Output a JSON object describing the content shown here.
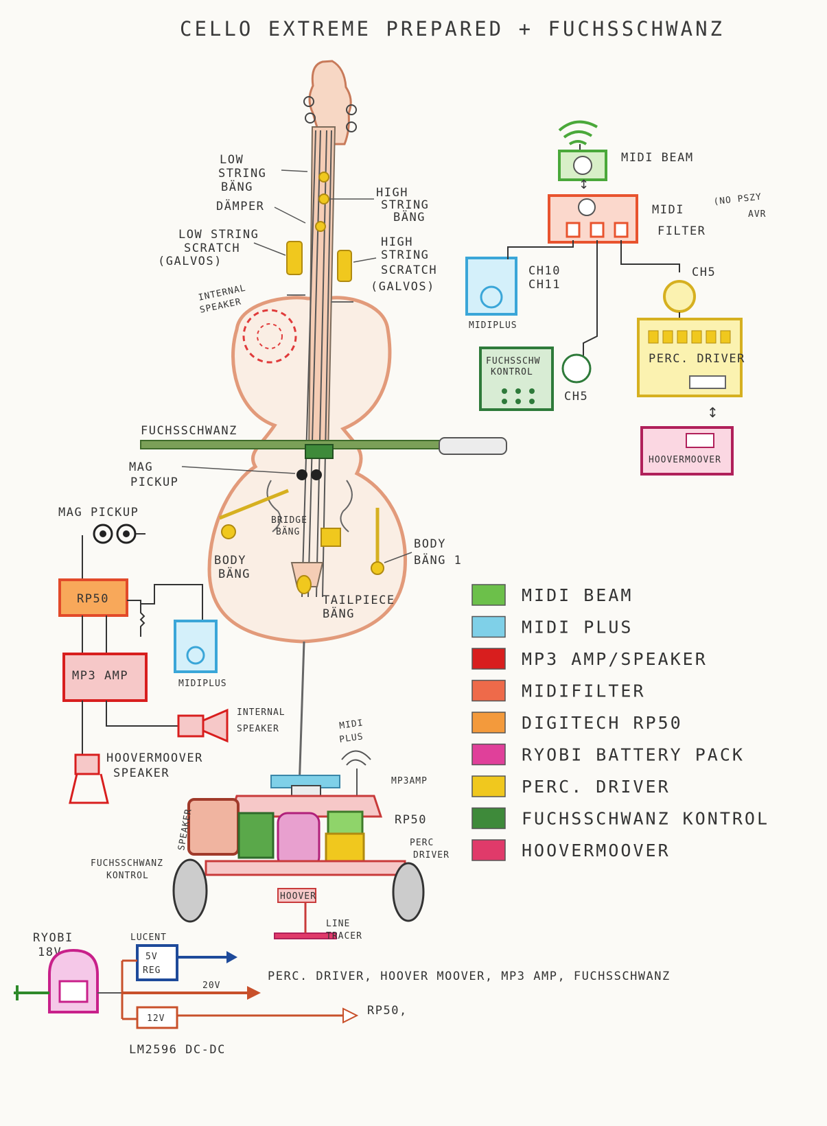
{
  "title": "CELLO EXTREME PREPARED + FUCHSSCHWANZ",
  "cello_labels": {
    "low_string_bang": [
      "LOW",
      "STRING",
      "BÄNG"
    ],
    "damper": "DÄMPER",
    "high_string_bang": [
      "HIGH",
      "STRING",
      "BÄNG"
    ],
    "low_string_scratch": [
      "LOW STRING",
      "SCRATCH",
      "(GALVOS)"
    ],
    "high_string_scratch": [
      "HIGH",
      "STRING",
      "SCRATCH",
      "(GALVOS)"
    ],
    "internal_speaker": [
      "INTERNAL",
      "SPEAKER"
    ],
    "fuchsschwanz": "FUCHSSCHWANZ",
    "mag_pickup": [
      "MAG",
      "PICKUP"
    ],
    "bridge_bang": [
      "BRIDGE",
      "BÄNG"
    ],
    "body_bang": [
      "BODY",
      "BÄNG"
    ],
    "body_bang_1": [
      "BODY",
      "BÄNG 1"
    ],
    "tailpiece_bang": [
      "TAILPIECE",
      "BÄNG"
    ]
  },
  "midi_chain": {
    "midi_beam": "MIDI BEAM",
    "midi_filter": [
      "MIDI",
      "FILTER"
    ],
    "filter_note": [
      "(NO PSZY",
      "AVR"
    ],
    "ch10": "CH10",
    "ch11": "CH11",
    "ch5_top": "CH5",
    "ch5_bottom": "CH5",
    "midiplus": "MIDIPLUS",
    "fuchsschwanz_kontrol": [
      "FUCHSSCHW",
      "KONTROL"
    ],
    "perc_driver": "PERC. DRIVER",
    "hoovermoover": "HOOVERMOOVER"
  },
  "left_chain": {
    "mag_pickup": "MAG PICKUP",
    "rp50": "RP50",
    "mp3_amp": "MP3 AMP",
    "midiplus": "MIDIPLUS",
    "internal_speaker": [
      "INTERNAL",
      "SPEAKER"
    ],
    "hoovermoover_speaker": [
      "HOOVERMOOVER",
      "SPEAKER"
    ]
  },
  "cart": {
    "midi_plus": [
      "MIDI",
      "PLUS"
    ],
    "mp3_amp": "MP3AMP",
    "rp50": "RP50",
    "perc_driver": [
      "PERC",
      "DRIVER"
    ],
    "speaker": "SPEAKER",
    "fuchsschwanz_kontrol": [
      "FUCHSSCHWANZ",
      "KONTROL"
    ],
    "hoover": "HOOVER",
    "line_tracer": [
      "LINE",
      "TRACER"
    ]
  },
  "power": {
    "battery": [
      "RYOBI",
      "18V"
    ],
    "regulator_name": "LUCENT",
    "regulator": [
      "5V",
      "REG"
    ],
    "voltage_20": "20V",
    "converter_out": "12V",
    "converter_name": "LM2596 DC-DC",
    "out_20v_targets": "PERC. DRIVER, HOOVER MOOVER, MP3 AMP, FUCHSSCHWANZ",
    "out_12v_targets": "RP50,"
  },
  "legend": [
    {
      "label": "MIDI BEAM",
      "color": "#6cc04a"
    },
    {
      "label": "MIDI PLUS",
      "color": "#7fd0e8"
    },
    {
      "label": "MP3 AMP/SPEAKER",
      "color": "#d81e1e"
    },
    {
      "label": "MIDIFILTER",
      "color": "#ee6a4a"
    },
    {
      "label": "DIGITECH RP50",
      "color": "#f39a3c"
    },
    {
      "label": "RYOBI BATTERY PACK",
      "color": "#e0409a"
    },
    {
      "label": "PERC. DRIVER",
      "color": "#f0c81e"
    },
    {
      "label": "FUCHSSCHWANZ KONTROL",
      "color": "#3e8a3a"
    },
    {
      "label": "HOOVERMOOVER",
      "color": "#e03a6a"
    }
  ]
}
